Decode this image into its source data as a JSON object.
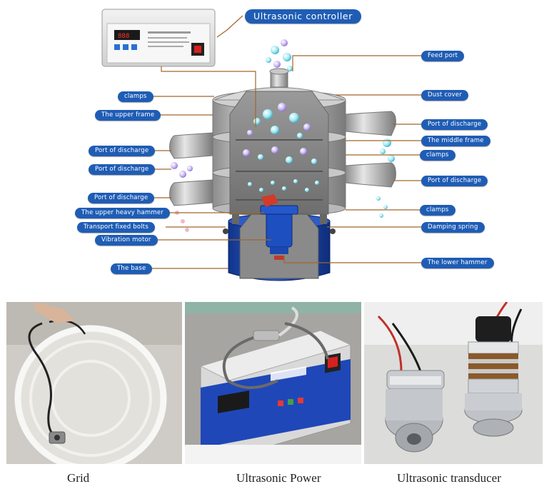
{
  "diagram": {
    "title": "Ultrasonic controller",
    "left_labels": [
      "clamps",
      "The upper frame",
      "Port of discharge",
      "Port of discharge",
      "Port of discharge",
      "The upper heavy hammer",
      "Transport fixed bolts",
      "Vibration motor",
      "The base"
    ],
    "right_labels": [
      "Feed port",
      "Dust cover",
      "Port of discharge",
      "The middle frame",
      "clamps",
      "Port of discharge",
      "clamps",
      "Damping spring",
      "The lower hammer"
    ],
    "label_color": "#1f5db5",
    "leader_color": "#a0662a"
  },
  "photos": [
    {
      "caption": "Grid"
    },
    {
      "caption": "Ultrasonic Power"
    },
    {
      "caption": "Ultrasonic transducer"
    }
  ]
}
